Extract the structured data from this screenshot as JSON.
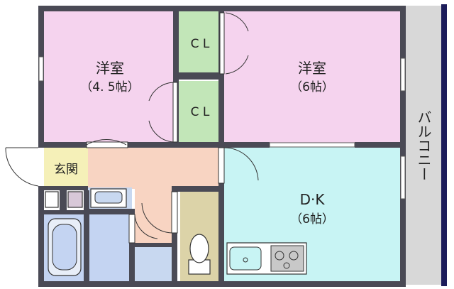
{
  "rooms": {
    "western1": {
      "name": "洋室",
      "size": "（4. 5帖）"
    },
    "western2": {
      "name": "洋室",
      "size": "（6帖）"
    },
    "closet1": {
      "label": "C L"
    },
    "closet2": {
      "label": "C L"
    },
    "entrance": {
      "label": "玄関"
    },
    "dk": {
      "name": "D·K",
      "size": "（6帖）"
    },
    "balcony": {
      "label": "バルコニー"
    }
  },
  "colors": {
    "wall": "#4a4a55",
    "western": "#f5d3ee",
    "closet": "#c2e6b8",
    "hall": "#f8d4c2",
    "entrance": "#f5f0b8",
    "dk": "#c8f4f4",
    "bath": "#c4d4f2",
    "toilet": "#dcd3a8",
    "wash": "#c8d8f0",
    "balcony": "#d8d8d8",
    "balcony_rail": "#1c1c5a"
  }
}
